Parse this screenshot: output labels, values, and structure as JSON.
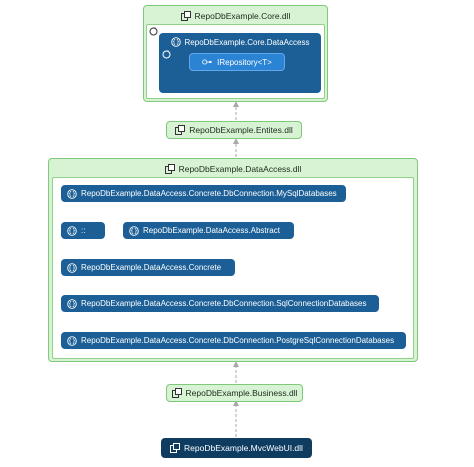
{
  "assemblies": {
    "core": {
      "label": "RepoDbExample.Core.dll"
    },
    "entities": {
      "label": "RepoDbExample.Entites.dll"
    },
    "dataaccess": {
      "label": "RepoDbExample.DataAccess.dll"
    },
    "business": {
      "label": "RepoDbExample.Business.dll"
    },
    "mvc": {
      "label": "RepoDbExample.MvcWebUI.dll"
    }
  },
  "core_namespace": {
    "label": "RepoDbExample.Core.DataAccess"
  },
  "interface_node": {
    "label": "IRepository<T>"
  },
  "dataaccess_namespaces": {
    "mysql": "RepoDbExample.DataAccess.Concrete.DbConnection.MySqlDatabases",
    "empty": "::",
    "abstract": "RepoDbExample.DataAccess.Abstract",
    "concrete": "RepoDbExample.DataAccess.Concrete",
    "sql": "RepoDbExample.DataAccess.Concrete.DbConnection.SqlConnectionDatabases",
    "postgre": "RepoDbExample.DataAccess.Concrete.DbConnection.PostgreSqlConnectionDatabases"
  },
  "icons": {
    "assembly": "assembly-icon",
    "namespace": "namespace-braces-icon",
    "interface": "interface-icon",
    "collapse": "collapse-icon"
  },
  "colors": {
    "assembly_fill": "#d7f3d3",
    "assembly_border": "#7fc97a",
    "namespace_fill": "#1c5f96",
    "interface_fill": "#2b83d4",
    "executable_fill": "#0f3d62",
    "link": "#a9a9a9"
  }
}
